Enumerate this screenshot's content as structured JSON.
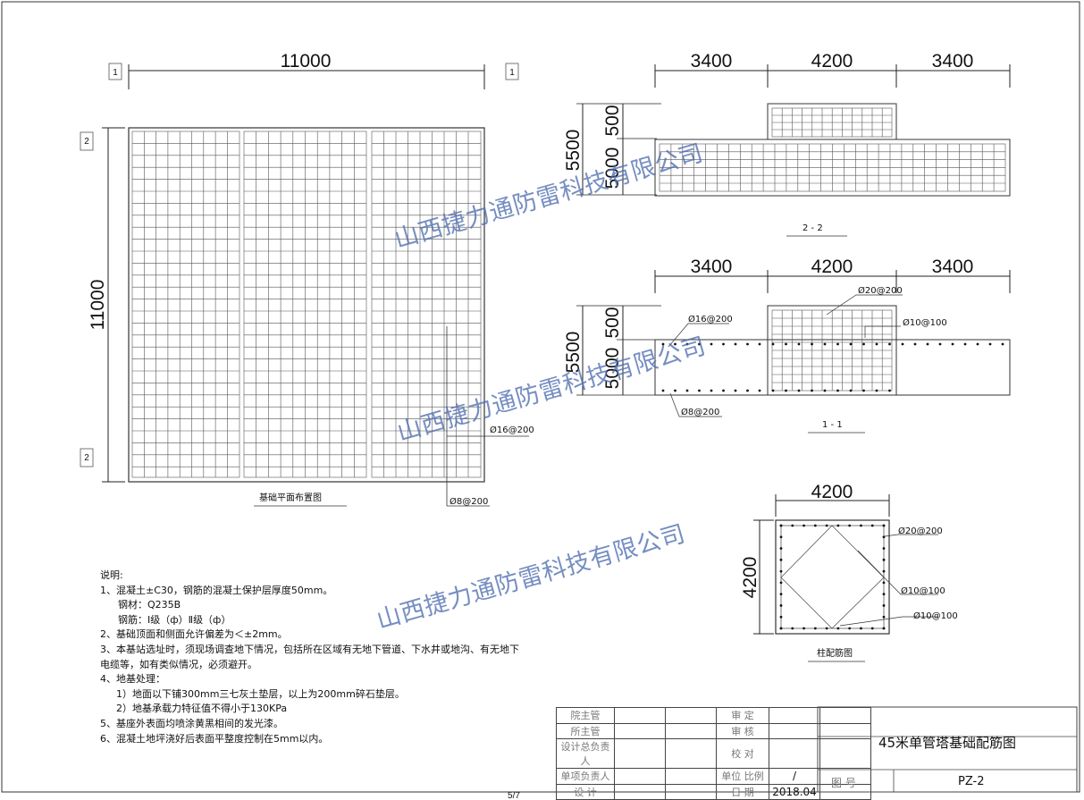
{
  "dimensions": {
    "plan_width": "11000",
    "plan_height": "11000",
    "section_w1": "3400",
    "section_w2": "4200",
    "section_w3": "3400",
    "section_h_total": "5500",
    "section_h_base": "5000",
    "section_h_top": "500",
    "column_w": "4200",
    "column_h": "4200"
  },
  "markers": {
    "axis_1": "1",
    "axis_2": "2"
  },
  "rebar": {
    "d16": "Ø16@200",
    "d8": "Ø8@200",
    "d20": "Ø20@200",
    "d10": "Ø10@100"
  },
  "captions": {
    "plan": "基础平面布置图",
    "section_22": "2 - 2",
    "section_11": "1 - 1",
    "column": "柱配筋图"
  },
  "notes": {
    "heading": "说明:",
    "n1": "1、混凝土±C30，钢筋的混凝土保护层厚度50mm。",
    "n1a": "钢材：Q235B",
    "n1b": "钢筋：Ⅰ级（ф）Ⅱ级（ф）",
    "n2": "2、基础顶面和侧面允许偏差为＜±2mm。",
    "n3": "3、本基站选址时，须现场调查地下情况，包括所在区域有无地下管道、下水井或地沟、有无地下",
    "n3b": "电缆等，如有类似情况，必须避开。",
    "n4": "4、地基处理：",
    "n4a": "1）地面以下铺300mm三七灰土垫层，以上为200mm碎石垫层。",
    "n4b": "2）地基承载力特征值不得小于130KPa",
    "n5": "5、基座外表面均喷涂黄黑相间的发光漆。",
    "n6": "6、混凝土地坪浇好后表面平整度控制在5mm以内。"
  },
  "watermark": "山西捷力通防雷科技有限公司",
  "title_block": {
    "r1_l": "院主管",
    "r1_m": "审  定",
    "r2_l": "所主管",
    "r2_m": "审  核",
    "r3_l": "设计总负责人",
    "r3_m": "校  对",
    "r4_l": "单项负责人",
    "r4_m": "单位  比例",
    "r4_v": "/",
    "r5_l": "设  计",
    "r5_m": "日  期",
    "r5_v": "2018.04",
    "title": "45米单管塔基础配筋图",
    "drawing_no_label": "图  号",
    "drawing_no": "PZ-2"
  },
  "page_number": "5/7"
}
